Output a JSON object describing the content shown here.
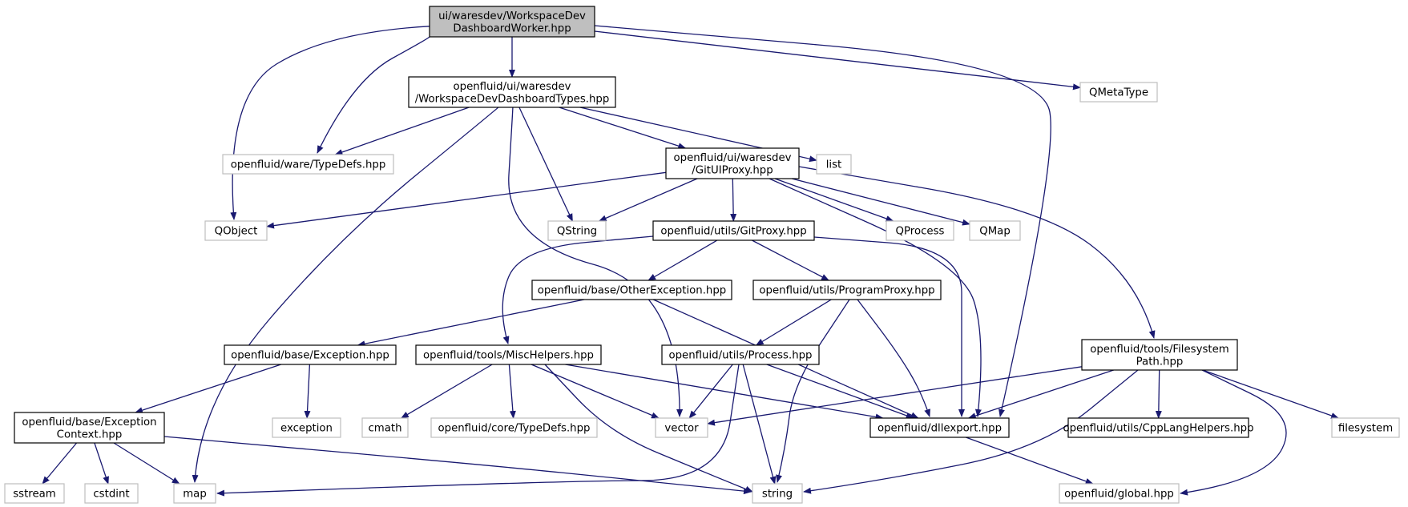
{
  "colors": {
    "edge": "#191970",
    "box_border": "#000000",
    "external_border": "#bfbfbf",
    "root_fill": "#bfbfbf",
    "node_fill": "#ffffff"
  },
  "nodes": [
    {
      "id": "root",
      "lines": [
        "ui/waresdev/WorkspaceDev",
        "DashboardWorker.hpp"
      ],
      "style": "root"
    },
    {
      "id": "types",
      "lines": [
        "openfluid/ui/waresdev",
        "/WorkspaceDevDashboardTypes.hpp"
      ],
      "style": "internal"
    },
    {
      "id": "qmetatype",
      "lines": [
        "QMetaType"
      ],
      "style": "external"
    },
    {
      "id": "waretypedefs",
      "lines": [
        "openfluid/ware/TypeDefs.hpp"
      ],
      "style": "external"
    },
    {
      "id": "list",
      "lines": [
        "list"
      ],
      "style": "external"
    },
    {
      "id": "gituiproxy",
      "lines": [
        "openfluid/ui/waresdev",
        "/GitUIProxy.hpp"
      ],
      "style": "internal"
    },
    {
      "id": "qobject",
      "lines": [
        "QObject"
      ],
      "style": "external"
    },
    {
      "id": "qstring",
      "lines": [
        "QString"
      ],
      "style": "external"
    },
    {
      "id": "qprocess",
      "lines": [
        "QProcess"
      ],
      "style": "external"
    },
    {
      "id": "qmap",
      "lines": [
        "QMap"
      ],
      "style": "external"
    },
    {
      "id": "gitproxy",
      "lines": [
        "openfluid/utils/GitProxy.hpp"
      ],
      "style": "internal"
    },
    {
      "id": "otherexc",
      "lines": [
        "openfluid/base/OtherException.hpp"
      ],
      "style": "internal"
    },
    {
      "id": "programproxy",
      "lines": [
        "openfluid/utils/ProgramProxy.hpp"
      ],
      "style": "internal"
    },
    {
      "id": "fspath",
      "lines": [
        "openfluid/tools/Filesystem",
        "Path.hpp"
      ],
      "style": "internal"
    },
    {
      "id": "exception_hpp",
      "lines": [
        "openfluid/base/Exception.hpp"
      ],
      "style": "internal"
    },
    {
      "id": "mischelpers",
      "lines": [
        "openfluid/tools/MiscHelpers.hpp"
      ],
      "style": "internal"
    },
    {
      "id": "process",
      "lines": [
        "openfluid/utils/Process.hpp"
      ],
      "style": "internal"
    },
    {
      "id": "exccontext",
      "lines": [
        "openfluid/base/Exception",
        "Context.hpp"
      ],
      "style": "internal"
    },
    {
      "id": "exception",
      "lines": [
        "exception"
      ],
      "style": "external"
    },
    {
      "id": "cmath",
      "lines": [
        "cmath"
      ],
      "style": "external"
    },
    {
      "id": "coretypedefs",
      "lines": [
        "openfluid/core/TypeDefs.hpp"
      ],
      "style": "external"
    },
    {
      "id": "vector",
      "lines": [
        "vector"
      ],
      "style": "external"
    },
    {
      "id": "dllexport",
      "lines": [
        "openfluid/dllexport.hpp"
      ],
      "style": "internal"
    },
    {
      "id": "cpplang",
      "lines": [
        "openfluid/utils/CppLangHelpers.hpp"
      ],
      "style": "internal"
    },
    {
      "id": "filesystem",
      "lines": [
        "filesystem"
      ],
      "style": "external"
    },
    {
      "id": "sstream",
      "lines": [
        "sstream"
      ],
      "style": "external"
    },
    {
      "id": "cstdint",
      "lines": [
        "cstdint"
      ],
      "style": "external"
    },
    {
      "id": "map",
      "lines": [
        "map"
      ],
      "style": "external"
    },
    {
      "id": "string",
      "lines": [
        "string"
      ],
      "style": "external"
    },
    {
      "id": "global",
      "lines": [
        "openfluid/global.hpp"
      ],
      "style": "external"
    }
  ],
  "edges": [
    [
      "root",
      "types"
    ],
    [
      "root",
      "qmetatype"
    ],
    [
      "root",
      "waretypedefs"
    ],
    [
      "root",
      "qobject"
    ],
    [
      "root",
      "dllexport"
    ],
    [
      "types",
      "waretypedefs"
    ],
    [
      "types",
      "list"
    ],
    [
      "types",
      "gituiproxy"
    ],
    [
      "types",
      "qstring"
    ],
    [
      "types",
      "vector"
    ],
    [
      "types",
      "map"
    ],
    [
      "gituiproxy",
      "qobject"
    ],
    [
      "gituiproxy",
      "qstring"
    ],
    [
      "gituiproxy",
      "qprocess"
    ],
    [
      "gituiproxy",
      "qmap"
    ],
    [
      "gituiproxy",
      "gitproxy"
    ],
    [
      "gituiproxy",
      "dllexport"
    ],
    [
      "gituiproxy",
      "fspath"
    ],
    [
      "gitproxy",
      "otherexc"
    ],
    [
      "gitproxy",
      "programproxy"
    ],
    [
      "gitproxy",
      "mischelpers"
    ],
    [
      "gitproxy",
      "dllexport"
    ],
    [
      "otherexc",
      "exception_hpp"
    ],
    [
      "otherexc",
      "dllexport"
    ],
    [
      "programproxy",
      "process"
    ],
    [
      "programproxy",
      "dllexport"
    ],
    [
      "programproxy",
      "string"
    ],
    [
      "exception_hpp",
      "exccontext"
    ],
    [
      "exception_hpp",
      "exception"
    ],
    [
      "exccontext",
      "sstream"
    ],
    [
      "exccontext",
      "cstdint"
    ],
    [
      "exccontext",
      "map"
    ],
    [
      "exccontext",
      "string"
    ],
    [
      "mischelpers",
      "cmath"
    ],
    [
      "mischelpers",
      "coretypedefs"
    ],
    [
      "mischelpers",
      "vector"
    ],
    [
      "mischelpers",
      "dllexport"
    ],
    [
      "mischelpers",
      "string"
    ],
    [
      "process",
      "vector"
    ],
    [
      "process",
      "dllexport"
    ],
    [
      "process",
      "string"
    ],
    [
      "process",
      "map"
    ],
    [
      "fspath",
      "vector"
    ],
    [
      "fspath",
      "dllexport"
    ],
    [
      "fspath",
      "cpplang"
    ],
    [
      "fspath",
      "filesystem"
    ],
    [
      "fspath",
      "string"
    ],
    [
      "fspath",
      "global"
    ],
    [
      "dllexport",
      "global"
    ]
  ]
}
